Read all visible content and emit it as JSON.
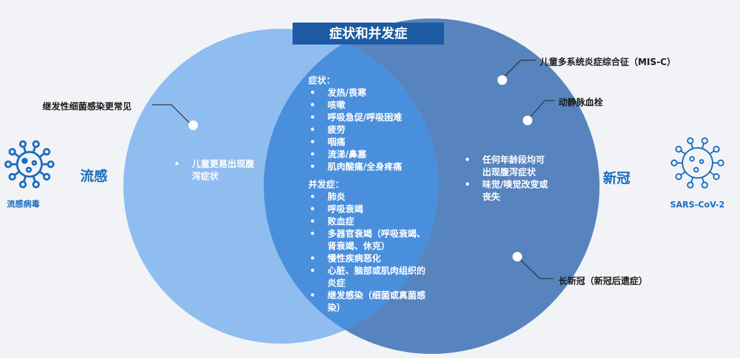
{
  "title": "症状和并发症",
  "left": {
    "label": "流感",
    "icon_caption": "流感病毒",
    "unique": [
      "儿童更易出现腹泻症状"
    ],
    "callout": "继发性细菌感染更常见"
  },
  "right": {
    "label": "新冠",
    "icon_caption": "SARS-CoV-2",
    "unique": [
      "任何年龄段均可出现腹泻症状",
      "味觉/嗅觉改变或丧失"
    ],
    "callouts": [
      "儿童多系统炎症综合征（MIS-C）",
      "动静脉血栓",
      "长新冠（新冠后遗症）"
    ]
  },
  "shared": {
    "symptoms_header": "症状：",
    "symptoms": [
      "发热/畏寒",
      "咳嗽",
      "呼吸急促/呼吸困难",
      "疲劳",
      "咽痛",
      "流涕/鼻塞",
      "肌肉酸痛/全身疼痛"
    ],
    "complications_header": "并发症：",
    "complications": [
      "肺炎",
      "呼吸衰竭",
      "败血症",
      "多器官衰竭（呼吸衰竭、肾衰竭、休克）",
      "慢性疾病恶化",
      "心脏、脑部或肌肉组织的炎症",
      "继发感染（细菌或真菌感染）"
    ]
  },
  "colors": {
    "left": "#8fbdf0",
    "right": "#5784be",
    "overlap": "#4a8fdc",
    "title_bg": "#1c5aa3",
    "accent": "#1b6dbf"
  }
}
